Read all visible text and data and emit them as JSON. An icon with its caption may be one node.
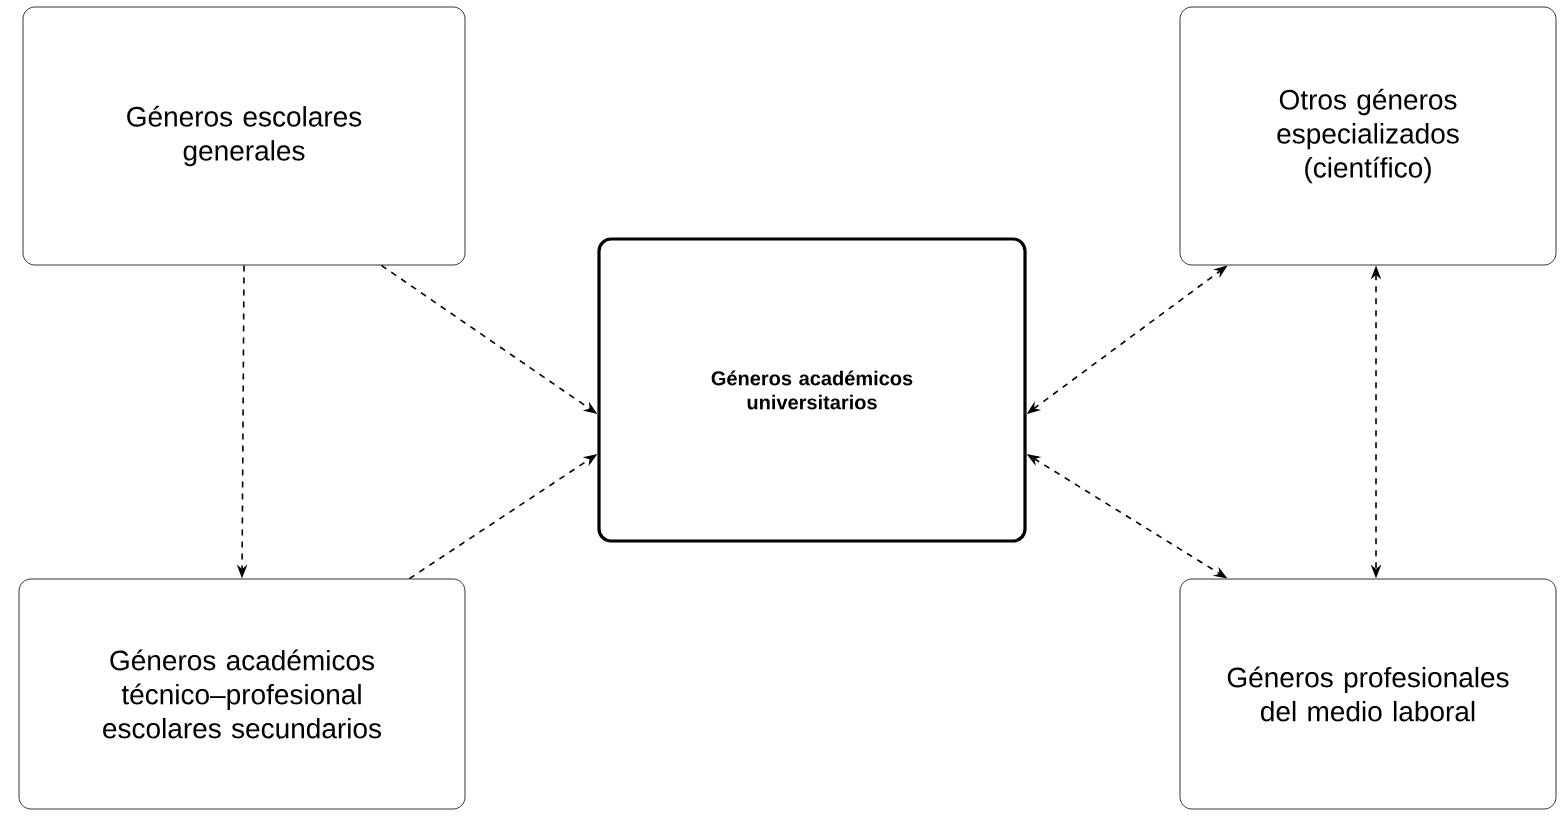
{
  "diagram": {
    "nodes": [
      {
        "text": [
          "Géneros escolares generales"
        ]
      },
      {
        "text": [
          "Otros géneros especializados (científico)"
        ]
      },
      {
        "text": [
          "Géneros académicos universitarios"
        ]
      },
      {
        "text": [
          "Géneros académicos técnico–profesional escolares secundarios"
        ]
      },
      {
        "text": [
          "Géneros profesionales del medio laboral"
        ]
      }
    ],
    "edges": [
      {
        "from": 0,
        "to": 3,
        "arrow": "to",
        "style": "dashed"
      },
      {
        "from": 0,
        "to": 2,
        "arrow": "to",
        "style": "dashed"
      },
      {
        "from": 3,
        "to": 2,
        "arrow": "to",
        "style": "dashed"
      },
      {
        "from": 2,
        "to": 1,
        "arrow": "both",
        "style": "dashed"
      },
      {
        "from": 2,
        "to": 4,
        "arrow": "both",
        "style": "dashed"
      },
      {
        "from": 1,
        "to": 4,
        "arrow": "both",
        "style": "dashed"
      }
    ]
  }
}
